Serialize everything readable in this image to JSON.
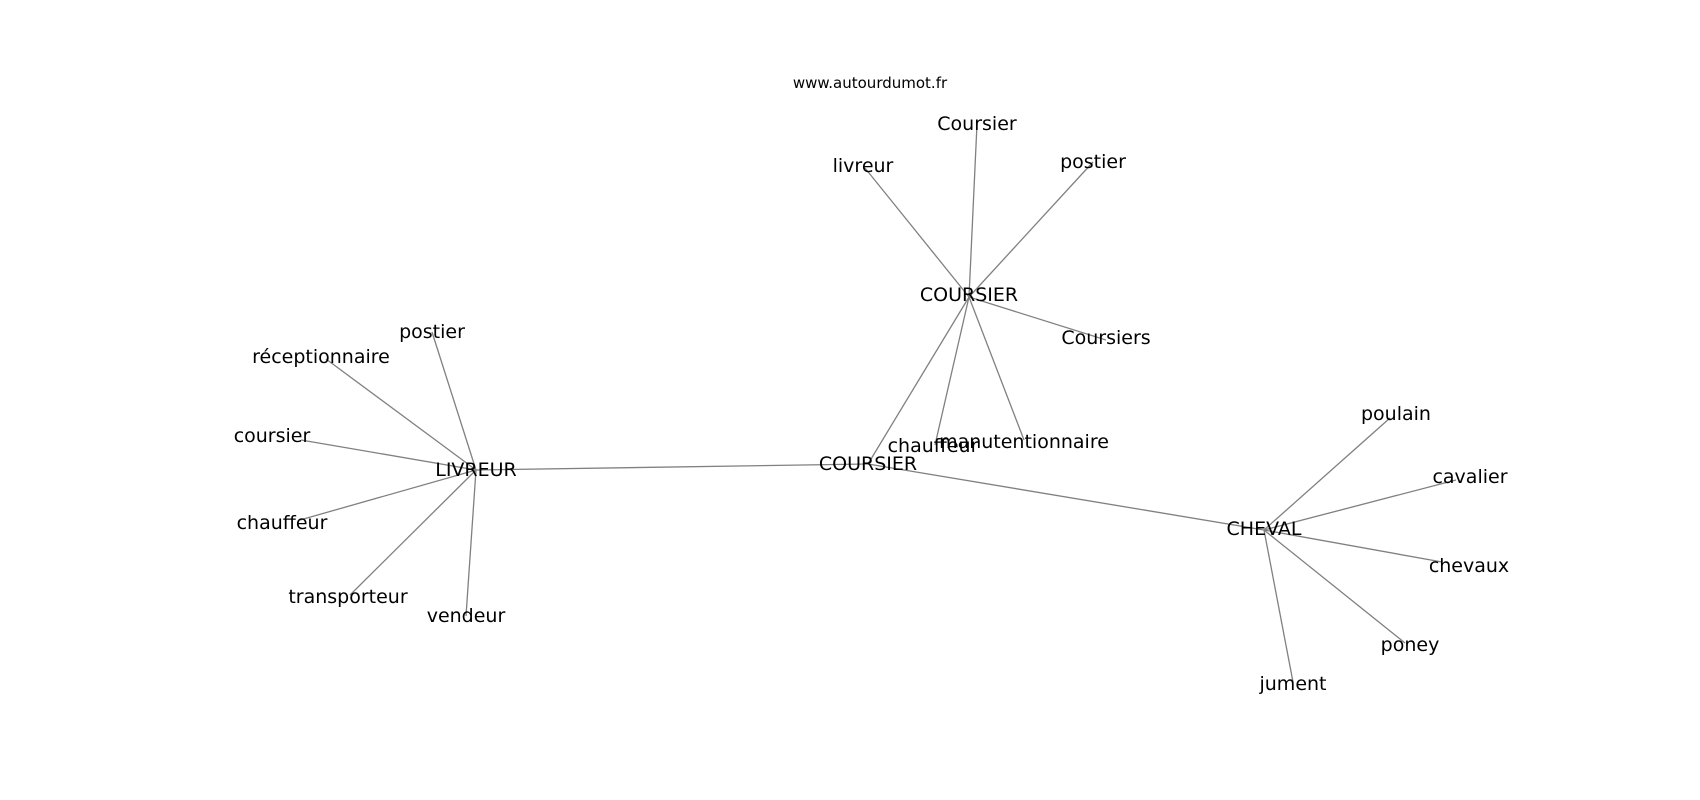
{
  "watermark": "www.autourdumot.fr",
  "graph": {
    "hubs": [
      {
        "id": "coursier_center",
        "label": "COURSIER"
      },
      {
        "id": "livreur",
        "label": "LIVREUR"
      },
      {
        "id": "coursier_top",
        "label": "COURSIER"
      },
      {
        "id": "cheval",
        "label": "CHEVAL"
      }
    ],
    "hub_links": [
      [
        "coursier_center",
        "livreur"
      ],
      [
        "coursier_center",
        "coursier_top"
      ],
      [
        "coursier_center",
        "cheval"
      ]
    ],
    "clusters": [
      {
        "hub": "livreur",
        "words": [
          "postier",
          "réceptionnaire",
          "coursier",
          "chauffeur",
          "transporteur",
          "vendeur"
        ]
      },
      {
        "hub": "coursier_top",
        "words": [
          "livreur",
          "Coursier",
          "postier",
          "Coursiers",
          "chauffeur",
          "manutentionnaire"
        ]
      },
      {
        "hub": "cheval",
        "words": [
          "poulain",
          "cavalier",
          "chevaux",
          "poney",
          "jument"
        ]
      }
    ]
  }
}
